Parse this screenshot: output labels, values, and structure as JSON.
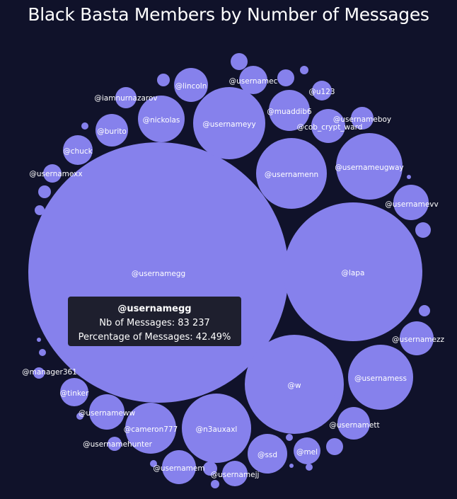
{
  "chart_data": {
    "type": "bubble",
    "title": "Black Basta Members by Number of Messages",
    "color": "#8681ec",
    "background": "#10122a",
    "series": [
      {
        "label": "@usernamegg"
      },
      {
        "label": "@lapa"
      },
      {
        "label": "@w"
      },
      {
        "label": "@usernameyy"
      },
      {
        "label": "@usernamenn"
      },
      {
        "label": "@usernameugway"
      },
      {
        "label": "@usernamess"
      },
      {
        "label": "@n3auxaxl"
      },
      {
        "label": "@cameron777"
      },
      {
        "label": "@ssd"
      },
      {
        "label": "@nickolas"
      },
      {
        "label": "@usernameww"
      },
      {
        "label": "@muaddib6"
      },
      {
        "label": "@usernamezz"
      },
      {
        "label": "@usernamevv"
      },
      {
        "label": "@lincoln"
      },
      {
        "label": "@usernamett"
      },
      {
        "label": "@usernamem"
      },
      {
        "label": "@burito"
      },
      {
        "label": "@mel"
      },
      {
        "label": "@cob_crypt_ward"
      },
      {
        "label": "@usernamejj"
      },
      {
        "label": "@tinker"
      },
      {
        "label": "@chuck"
      },
      {
        "label": "@usernameboy"
      },
      {
        "label": "@u123"
      },
      {
        "label": "@usernamec"
      },
      {
        "label": "@iamnurnazarov"
      },
      {
        "label": "@usernamexx"
      },
      {
        "label": "@manager361"
      },
      {
        "label": "@usernamehunter"
      },
      {
        "label": ""
      },
      {
        "label": ""
      },
      {
        "label": ""
      },
      {
        "label": ""
      },
      {
        "label": ""
      },
      {
        "label": ""
      },
      {
        "label": ""
      },
      {
        "label": ""
      },
      {
        "label": ""
      },
      {
        "label": ""
      },
      {
        "label": ""
      },
      {
        "label": ""
      },
      {
        "label": ""
      },
      {
        "label": ""
      },
      {
        "label": ""
      },
      {
        "label": ""
      },
      {
        "label": ""
      },
      {
        "label": ""
      },
      {
        "label": ""
      },
      {
        "label": ""
      },
      {
        "label": ""
      }
    ],
    "tooltip": {
      "name": "@usernamegg",
      "messages_text": "Nb of Messages: 83 237",
      "percentage_text": "Percentage of Messages: 42.49%"
    }
  }
}
